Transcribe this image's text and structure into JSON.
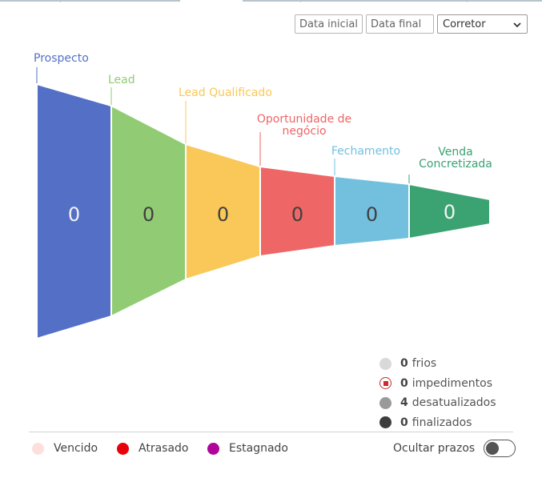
{
  "filters": {
    "start_date_placeholder": "Data inicial",
    "end_date_placeholder": "Data final",
    "broker_select_value": "Corretor"
  },
  "funnel": {
    "stages": [
      {
        "name_lines": [
          "Prospecto"
        ],
        "value": "0",
        "color": "#5470c6",
        "label_color": "#5470c6"
      },
      {
        "name_lines": [
          "Lead"
        ],
        "value": "0",
        "color": "#91cc75",
        "label_color": "#91cc75"
      },
      {
        "name_lines": [
          "Lead Qualificado"
        ],
        "value": "0",
        "color": "#fac858",
        "label_color": "#fac858"
      },
      {
        "name_lines": [
          "Oportunidade de",
          "negócio"
        ],
        "value": "0",
        "color": "#ee6666",
        "label_color": "#ee6666"
      },
      {
        "name_lines": [
          "Fechamento"
        ],
        "value": "0",
        "color": "#73c0de",
        "label_color": "#73c0de"
      },
      {
        "name_lines": [
          "Venda",
          "Concretizada"
        ],
        "value": "0",
        "color": "#3ba272",
        "label_color": "#3ba272"
      }
    ]
  },
  "stats": [
    {
      "count": "0",
      "label": "frios",
      "icon": "cold-dot-icon",
      "color": "#d9d9d9"
    },
    {
      "count": "0",
      "label": "impedimentos",
      "icon": "impediment-dot-icon",
      "color": "#cc2b2b"
    },
    {
      "count": "4",
      "label": "desatualizados",
      "icon": "outdated-dot-icon",
      "color": "#9a9a9a"
    },
    {
      "count": "0",
      "label": "finalizados",
      "icon": "finished-dot-icon",
      "color": "#3d3d3d"
    }
  ],
  "legend": [
    {
      "label": "Vencido",
      "color": "#fde0dc"
    },
    {
      "label": "Atrasado",
      "color": "#e8000b"
    },
    {
      "label": "Estagnado",
      "color": "#b0059b"
    }
  ],
  "hide_deadlines": {
    "label": "Ocultar prazos",
    "enabled": false
  }
}
